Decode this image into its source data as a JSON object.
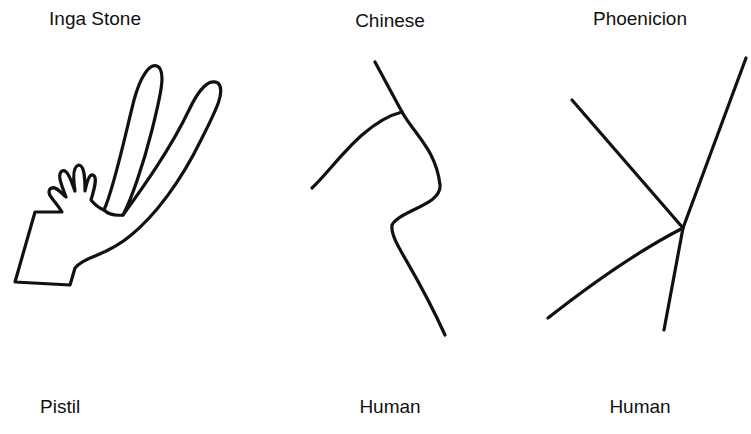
{
  "diagram": {
    "labels": [
      "Inga Stone",
      "Chinese",
      "Phoenicion",
      "Pistil",
      "Human",
      "Human"
    ]
  }
}
